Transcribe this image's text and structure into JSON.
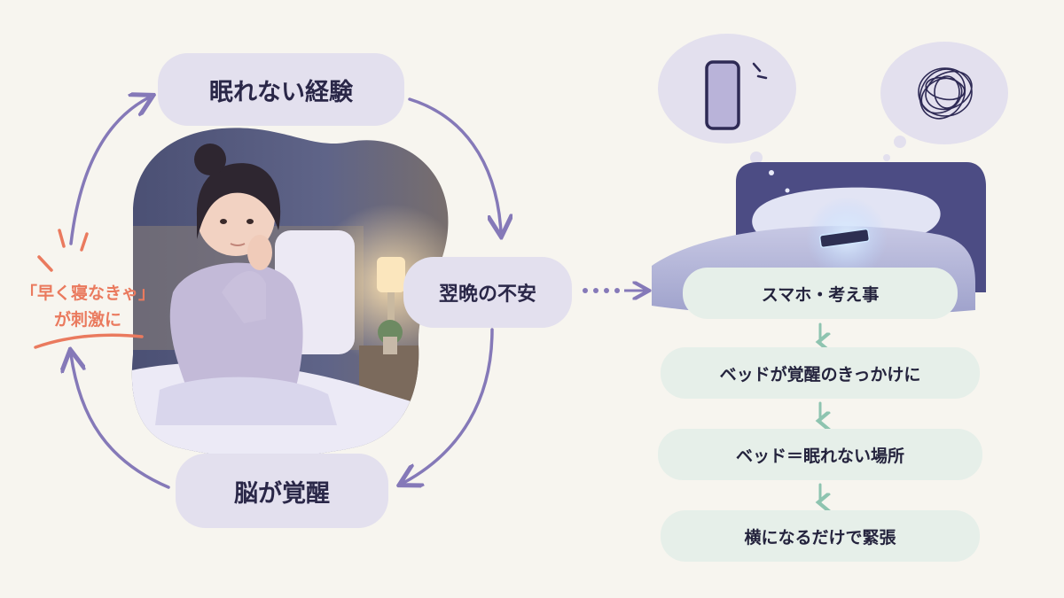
{
  "cycle": {
    "top": "眠れない経験",
    "right": "翌晩の不安",
    "bottom": "脳が覚醒"
  },
  "annotation": {
    "line1": "「早く寝なきゃ」",
    "line2": "が刺激に"
  },
  "flow": {
    "steps": [
      "スマホ・考え事",
      "ベッドが覚醒のきっかけに",
      "ベッド＝眠れない場所",
      "横になるだけで緊張"
    ]
  },
  "illustrations": {
    "left": "woman-awake-in-bed-illustration",
    "bed": "bed-with-glowing-phone-illustration",
    "thought_1": "smartphone-icon",
    "thought_2": "tangled-thoughts-icon"
  },
  "colors": {
    "background": "#f7f5ef",
    "cycle_pill": "#e3e0ee",
    "flow_pill": "#e6efe9",
    "arrow": "#8579b8",
    "flow_arrow": "#8ec4b0",
    "annotation": "#ea7a5e",
    "text": "#2a2748"
  }
}
